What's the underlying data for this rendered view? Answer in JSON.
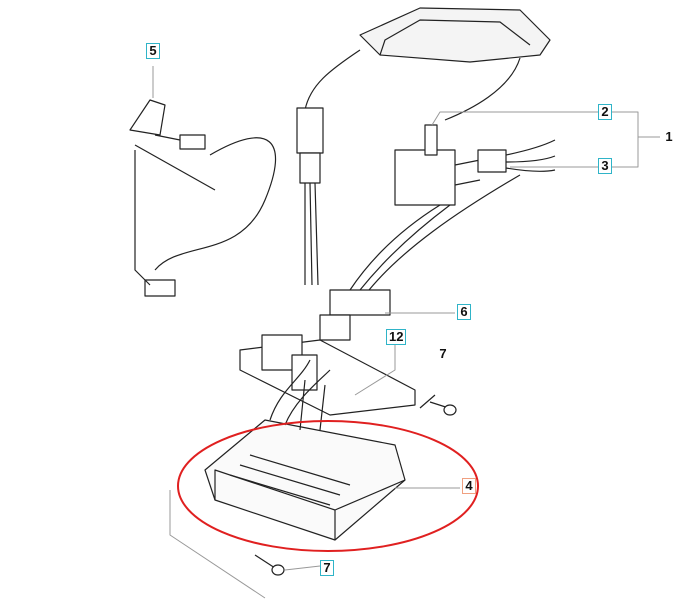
{
  "callouts": {
    "c1": "1",
    "c2": "2",
    "c3": "3",
    "c4": "4",
    "c5": "5",
    "c6": "6",
    "c7a": "7",
    "c7b": "7",
    "c12": "12"
  },
  "colors": {
    "highlight_ellipse": "#e02020",
    "callout_border": "#2fb4c8",
    "selected_border": "#f0a080"
  }
}
